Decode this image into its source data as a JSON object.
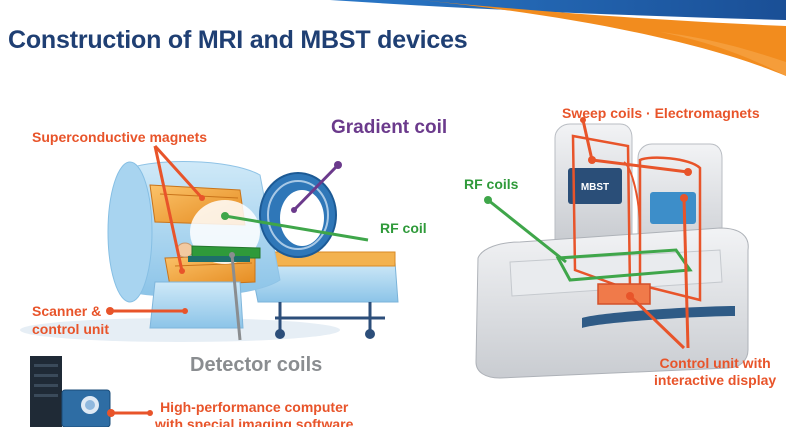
{
  "title": "Construction of MRI and MBST devices",
  "mri": {
    "superconductive_magnets": "Superconductive magnets",
    "gradient_coil": "Gradient coil",
    "rf_coil": "RF coil",
    "scanner_line1": "Scanner &",
    "scanner_line2": "control unit",
    "detector_coils": "Detector coils",
    "computer_line1": "High-performance computer",
    "computer_line2": "with special imaging software"
  },
  "mbst": {
    "sweep_coils": "Sweep coils · Electromagnets",
    "rf_coils": "RF coils",
    "control_line1": "Control unit with",
    "control_line2": "interactive display",
    "screen_brand": "MBST"
  },
  "colors": {
    "title": "#1f3f73",
    "banner_blue": "#1f5fae",
    "banner_orange": "#f28c1e",
    "callout_orange": "#e8542a",
    "callout_green": "#2f9a3a",
    "callout_purple": "#6b3a8c",
    "callout_gray": "#8a8d90"
  },
  "icons": [
    "banner-swoosh",
    "mri-scanner-illustration",
    "mbst-device-illustration",
    "server-computer-icon",
    "brain-scan-icon"
  ]
}
